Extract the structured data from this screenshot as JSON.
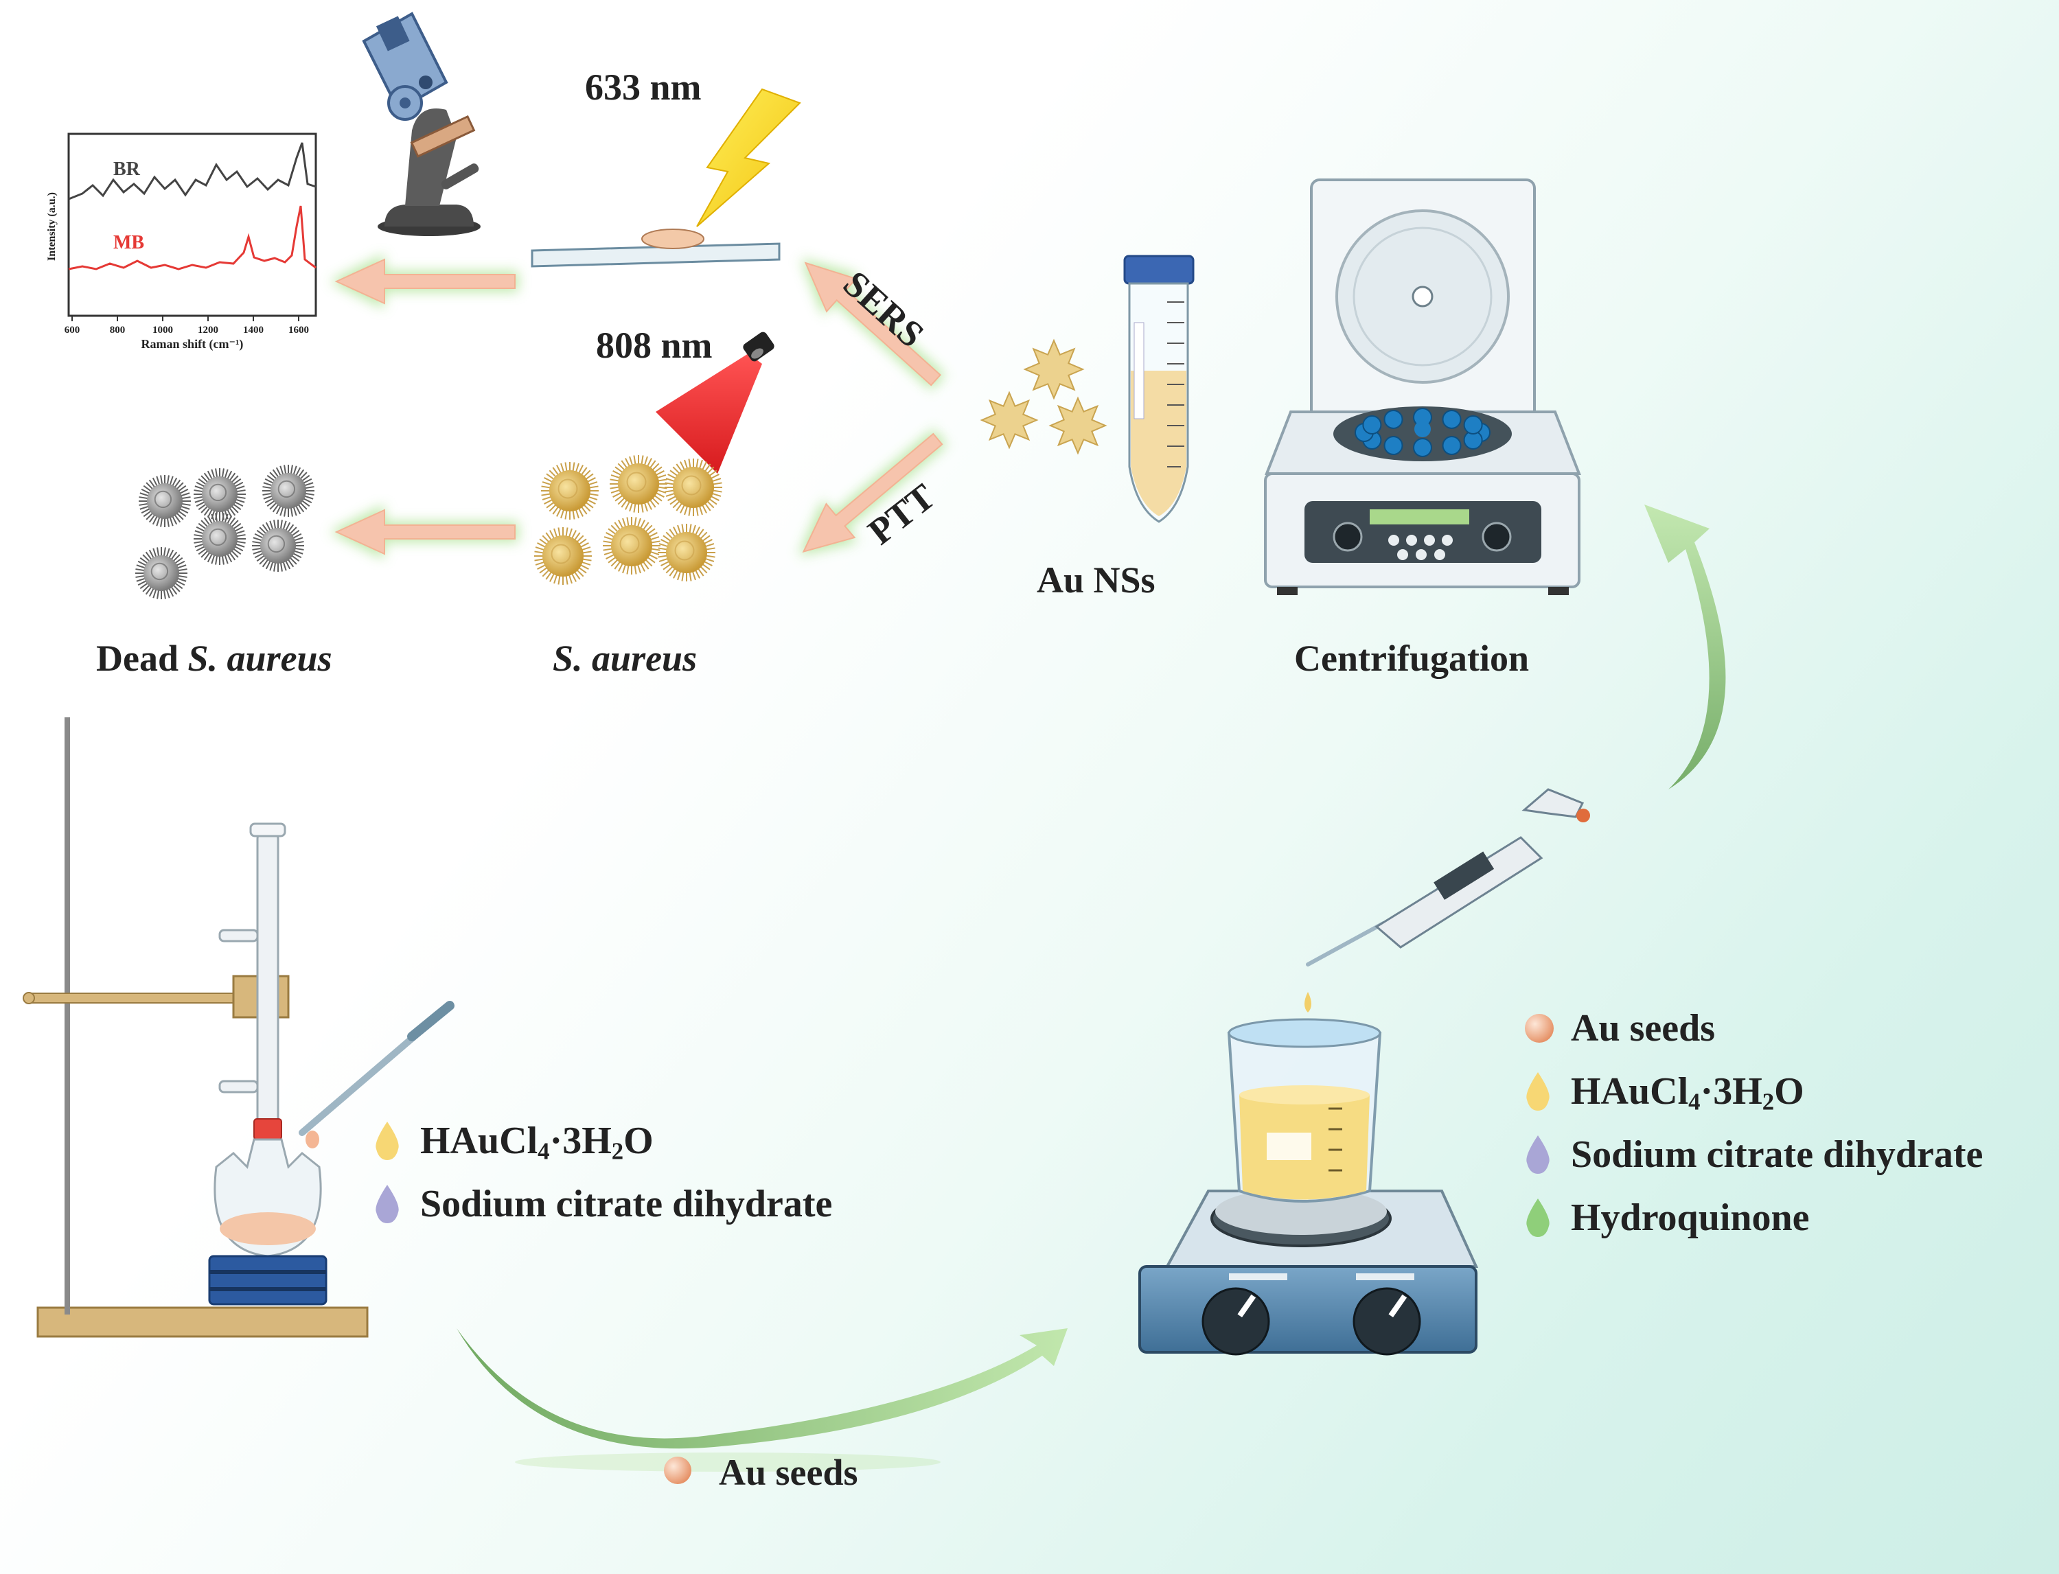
{
  "labels": {
    "wavelength_633": "633 nm",
    "wavelength_808": "808 nm",
    "sers": "SERS",
    "ptt": "PTT",
    "au_nss": "Au NSs",
    "centrifugation": "Centrifugation",
    "dead_prefix": "Dead ",
    "s_aureus_italic": "S. aureus",
    "s_aureus": "S. aureus",
    "au_seeds_arrow": "Au seeds"
  },
  "spectrum_inset": {
    "series": [
      {
        "name": "BR",
        "color": "#333333"
      },
      {
        "name": "MB",
        "color": "#e53935"
      }
    ],
    "ylabel": "Intensity (a.u.)",
    "xlabel": "Raman shift (cm⁻¹)",
    "xticks": [
      "600",
      "800",
      "1000",
      "1200",
      "1400",
      "1600"
    ]
  },
  "left_legend": [
    {
      "icon": "yellow-drop-icon",
      "color": "#f7d774",
      "formula": {
        "a": "HAuCl",
        "s1": "4",
        "b": "·3H",
        "s2": "2",
        "c": "O"
      }
    },
    {
      "icon": "purple-drop-icon",
      "color": "#a9a6d6",
      "text": "Sodium citrate dihydrate"
    }
  ],
  "right_legend": [
    {
      "icon": "seed-sphere-icon",
      "color": "#f0b48f",
      "text": "Au seeds"
    },
    {
      "icon": "yellow-drop-icon",
      "color": "#f7d774",
      "formula": {
        "a": "HAuCl",
        "s1": "4",
        "b": "·3H",
        "s2": "2",
        "c": "O"
      }
    },
    {
      "icon": "purple-drop-icon",
      "color": "#a9a6d6",
      "text": "Sodium citrate dihydrate"
    },
    {
      "icon": "green-drop-icon",
      "color": "#8fcf7a",
      "text": "Hydroquinone"
    }
  ],
  "colors": {
    "process_arrow": "#f6c4ad",
    "arrow_glow": "#b8e6a2",
    "cycle_arrow": "#7fbf6a",
    "laser_633": "#f4e21c",
    "laser_808": "#e8191f",
    "gold": "#d9b45a"
  }
}
